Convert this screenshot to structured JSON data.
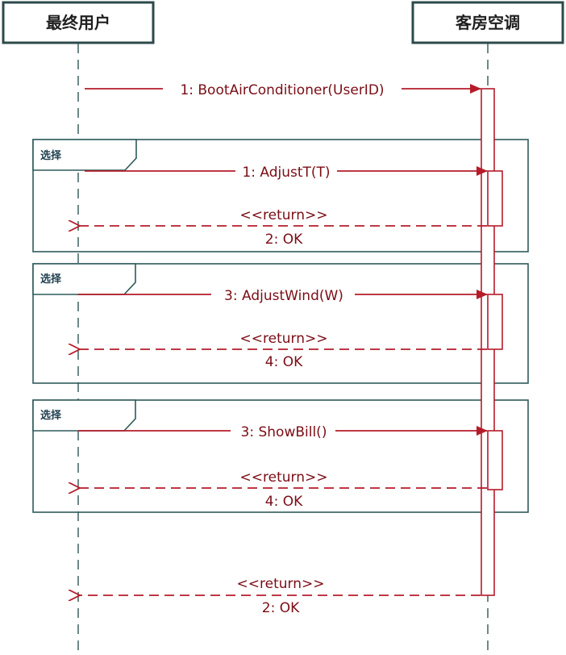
{
  "colors": {
    "message": "#b51c2a",
    "message_text": "#7a0d16",
    "actor_border": "#2c4a4a",
    "frame_border": "#2e5a5a",
    "lifeline": "#4a6a6a"
  },
  "actors": {
    "user": "最终用户",
    "room_ac": "客房空调"
  },
  "fragments": [
    {
      "label": "选择"
    },
    {
      "label": "选择"
    },
    {
      "label": "选择"
    }
  ],
  "messages": {
    "boot": "1: BootAirConditioner(UserID)",
    "adjust_t": "1: AdjustT(T)",
    "return_1": "<<return>>",
    "ok_1": "2: OK",
    "adjust_wind": "3: AdjustWind(W)",
    "return_2": "<<return>>",
    "ok_2": "4: OK",
    "show_bill": "3: ShowBill()",
    "return_3": "<<return>>",
    "ok_3": "4: OK",
    "return_final": "<<return>>",
    "ok_final": "2: OK"
  }
}
